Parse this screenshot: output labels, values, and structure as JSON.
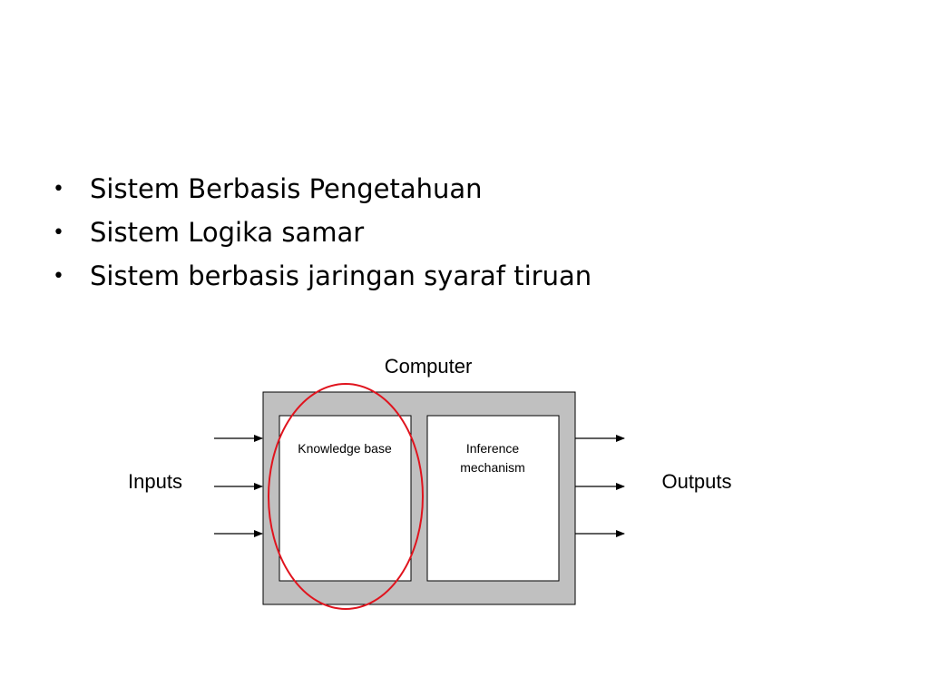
{
  "bullets": [
    "Sistem Berbasis Pengetahuan",
    "Sistem Logika samar",
    "Sistem berbasis jaringan syaraf tiruan"
  ],
  "diagram": {
    "container_label": "Computer",
    "knowledge_base_label": "Knowledge base",
    "inference_label_line1": "Inference",
    "inference_label_line2": "mechanism",
    "inputs_label": "Inputs",
    "outputs_label": "Outputs"
  },
  "colors": {
    "container_fill": "#c0c0c0",
    "highlight_ellipse": "#e0141e"
  }
}
